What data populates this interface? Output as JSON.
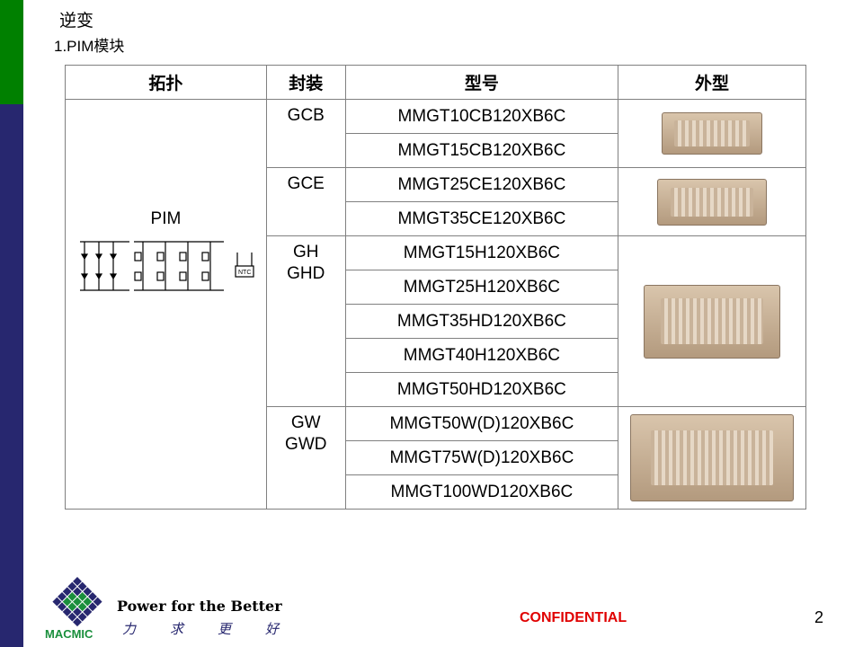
{
  "title": "逆变",
  "subtitle": "1.PIM模块",
  "table": {
    "headers": [
      "拓扑",
      "封装",
      "型号",
      "外型"
    ],
    "topology": "PIM",
    "ntc_label": "NTC",
    "groups": [
      {
        "package": "GCB",
        "models": [
          "MMGT10CB120XB6C",
          "MMGT15CB120XB6C"
        ]
      },
      {
        "package": "GCE",
        "models": [
          "MMGT25CE120XB6C",
          "MMGT35CE120XB6C"
        ]
      },
      {
        "package": "GH\nGHD",
        "models": [
          "MMGT15H120XB6C",
          "MMGT25H120XB6C",
          "MMGT35HD120XB6C",
          "MMGT40H120XB6C",
          "MMGT50HD120XB6C"
        ]
      },
      {
        "package": "GW\nGWD",
        "models": [
          "MMGT50W(D)120XB6C",
          "MMGT75W(D)120XB6C",
          "MMGT100WD120XB6C"
        ]
      }
    ]
  },
  "footer": {
    "brand": "MACMIC",
    "slogan": "Power for the Better",
    "slogan_cn": "力求更好",
    "confidential": "CONFIDENTIAL",
    "page_number": "2"
  },
  "colors": {
    "green": "#008000",
    "navy": "#27276f",
    "red": "#e00000"
  }
}
